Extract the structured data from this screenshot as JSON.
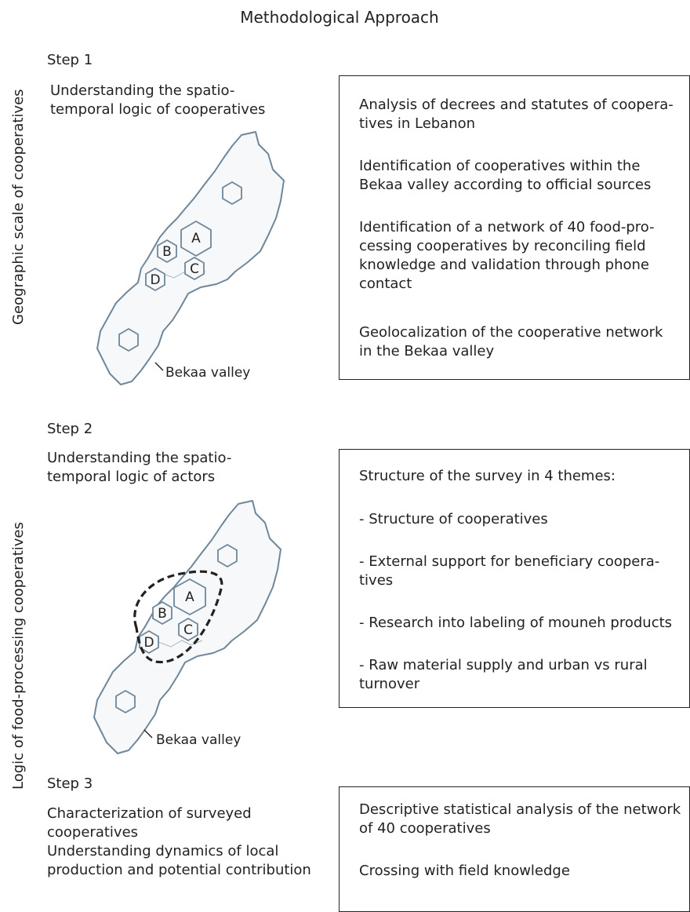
{
  "title": "Methodological Approach",
  "side_labels": {
    "geographic": "Geographic scale of cooperatives",
    "logic": "Logic of food-processing cooperatives"
  },
  "steps": [
    {
      "label": "Step 1",
      "description_lines": [
        "Understanding the spatio-",
        "temporal logic of cooperatives"
      ],
      "map": {
        "valley_label": "Bekaa valley",
        "hex_labels": [
          "A",
          "B",
          "C",
          "D"
        ]
      },
      "box_items": [
        [
          "Analysis of decrees and statutes of coopera-",
          "tives in Lebanon"
        ],
        [
          "Identification of cooperatives within the",
          "Bekaa valley according to official sources"
        ],
        [
          "Identification of a network of 40 food-pro-",
          "cessing cooperatives by reconciling field",
          "knowledge and validation through phone",
          "contact"
        ],
        [
          "Geolocalization of the cooperative network",
          "in the Bekaa valley"
        ]
      ]
    },
    {
      "label": "Step 2",
      "description_lines": [
        "Understanding the spatio-",
        "temporal logic of actors"
      ],
      "map": {
        "valley_label": "Bekaa valley",
        "hex_labels": [
          "A",
          "B",
          "C",
          "D"
        ]
      },
      "box_items": [
        [
          "Structure of the survey in 4 themes:"
        ],
        [
          "- Structure of cooperatives"
        ],
        [
          "- External support for beneficiary coopera-",
          "tives"
        ],
        [
          "- Research into labeling of mouneh products"
        ],
        [
          "- Raw material supply and urban vs rural",
          "turnover"
        ]
      ]
    },
    {
      "label": "Step 3",
      "description_lines": [
        "Characterization of surveyed",
        "cooperatives",
        "Understanding dynamics of  local",
        "production and potential contribution"
      ],
      "box_items": [
        [
          "Descriptive statistical analysis of the network",
          "of 40 cooperatives"
        ],
        [
          "Crossing with field knowledge"
        ]
      ]
    }
  ],
  "colors": {
    "map_outline": "#6f8799",
    "map_fill": "#f7f8f9",
    "text": "#222222"
  }
}
